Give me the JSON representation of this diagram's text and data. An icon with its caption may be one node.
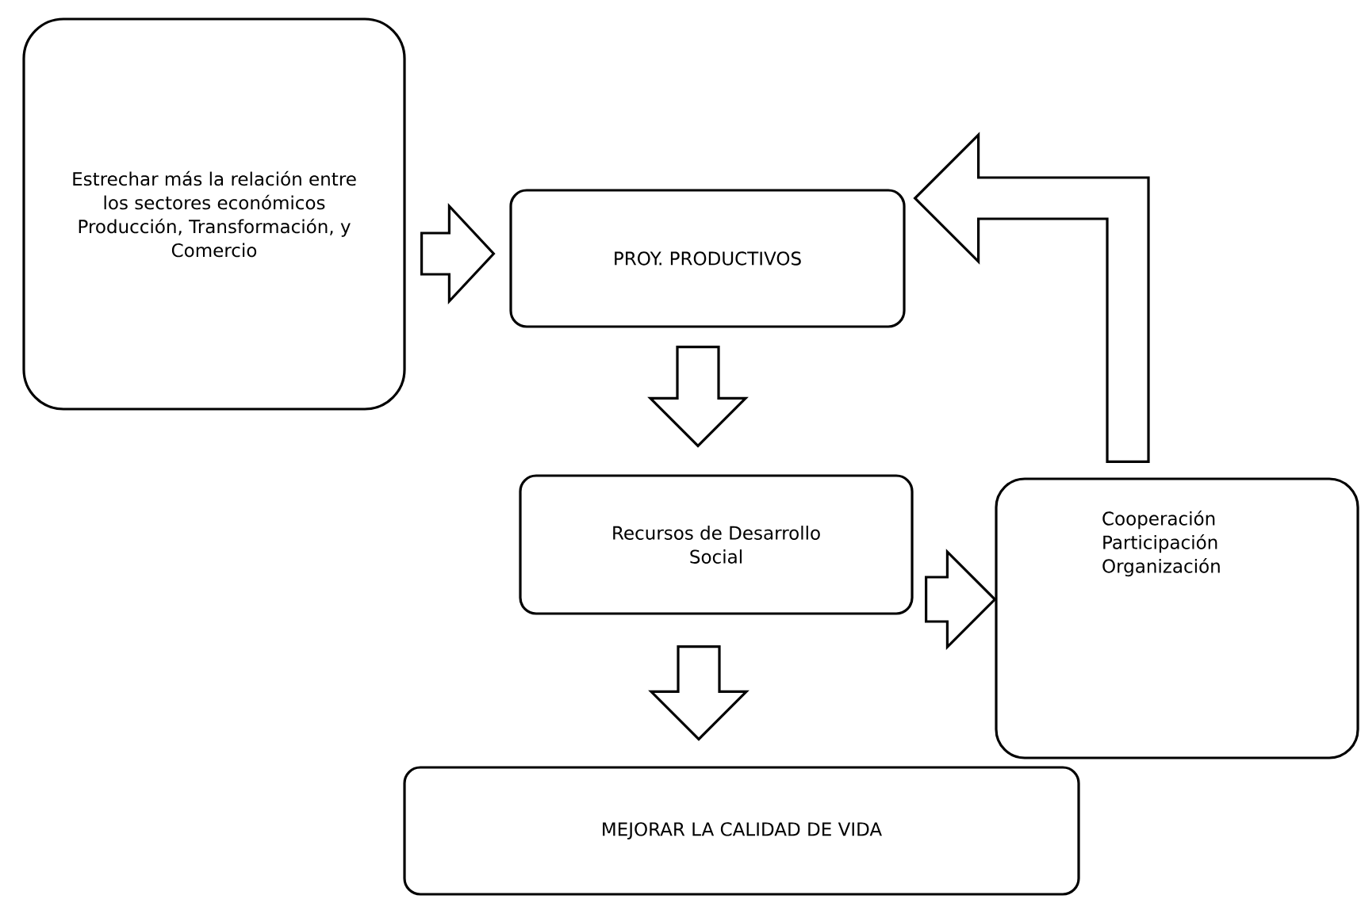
{
  "diagram": {
    "nodes": [
      {
        "text": [
          "Estrechar más la relación entre los sectores económicos Producción, Transformación, y Comercio"
        ]
      },
      {
        "text": [
          "PROY. PRODUCTIVOS"
        ]
      },
      {
        "text": [
          "Recursos de Desarrollo Social"
        ]
      },
      {
        "text": [
          "Cooperación Participación Organización"
        ]
      },
      {
        "text": [
          "MEJORAR LA CALIDAD DE VIDA"
        ]
      }
    ],
    "edges": [
      {
        "from": 0,
        "to": 1,
        "arrow": "to"
      },
      {
        "from": 1,
        "to": 2,
        "arrow": "to"
      },
      {
        "from": 2,
        "to": 3,
        "arrow": "to"
      },
      {
        "from": 2,
        "to": 4,
        "arrow": "to"
      },
      {
        "from": 3,
        "to": 1,
        "arrow": "to"
      }
    ]
  }
}
